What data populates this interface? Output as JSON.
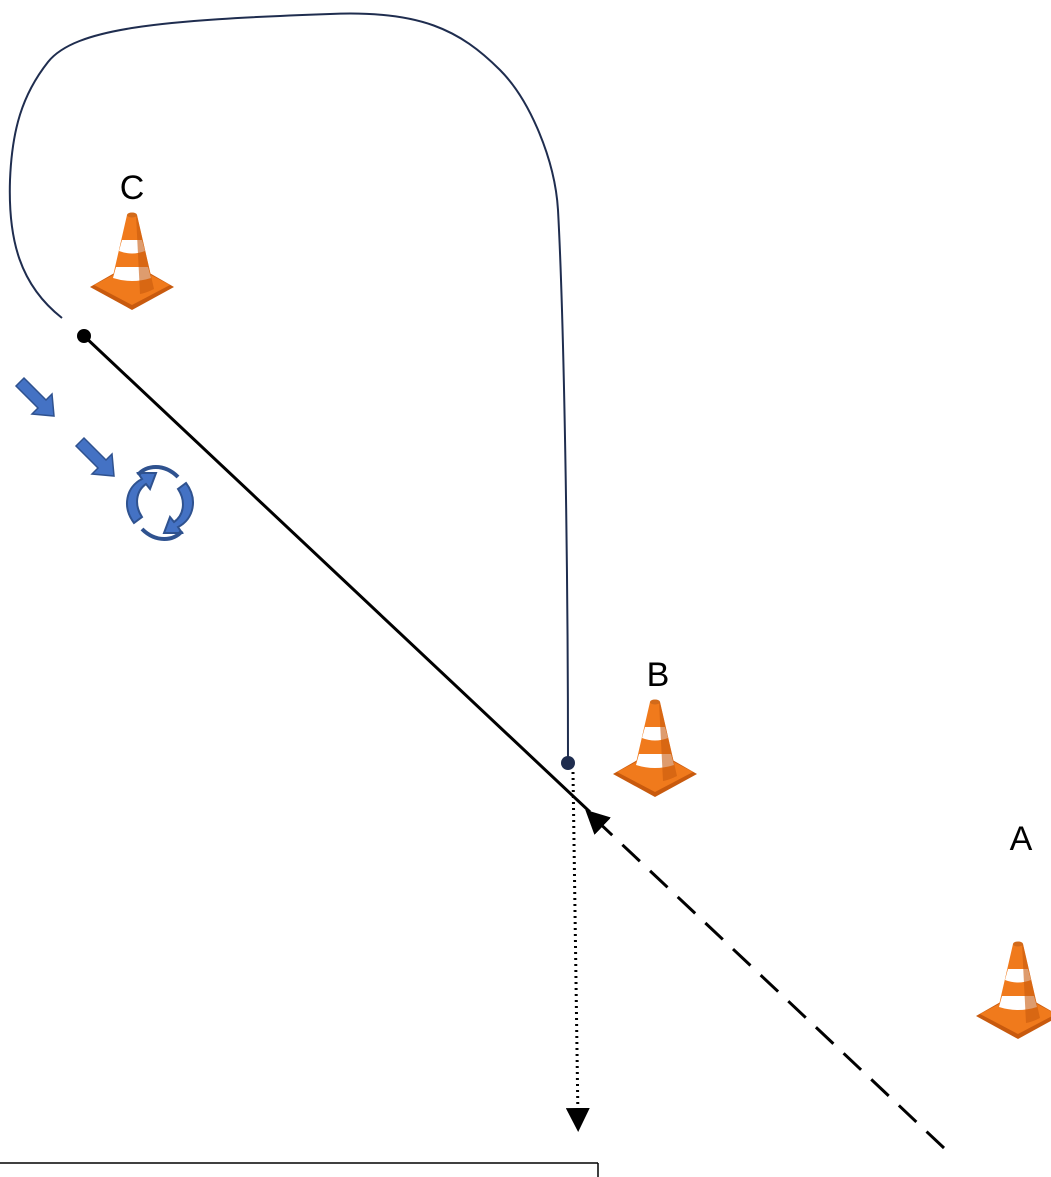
{
  "cones": [
    {
      "id": "A",
      "label": "A"
    },
    {
      "id": "B",
      "label": "B"
    },
    {
      "id": "C",
      "label": "C"
    }
  ],
  "colors": {
    "background": "#ffffff",
    "loop_path": "#1f2d4f",
    "main_line": "#000000",
    "cone_orange": "#f07a1c",
    "cone_dark": "#c85a0e",
    "cone_stripe": "#ffffff",
    "arrow_blue": "#4472c4",
    "arrow_blue_dark": "#2f528f"
  },
  "icons": {
    "movement_arrow": "down-right-arrow-icon",
    "rotation": "rotate-arrows-icon",
    "cone": "traffic-cone-icon"
  }
}
